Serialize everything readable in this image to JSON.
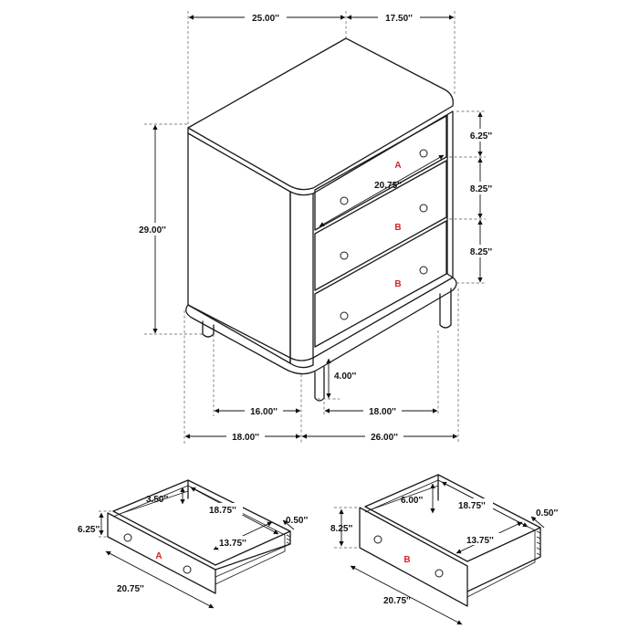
{
  "main": {
    "top_width": "25.00''",
    "top_depth": "17.50''",
    "top_drawer_h": "6.25''",
    "mid_drawer_h": "8.25''",
    "low_drawer_h": "8.25''",
    "overall_height": "29.00''",
    "inner_width": "20.75''",
    "leg_height": "4.00''",
    "leg_span_side": "16.00''",
    "leg_span_front": "18.00''",
    "base_depth": "18.00''",
    "base_width": "26.00''",
    "label_a": "A",
    "label_b": "B"
  },
  "drawer_a": {
    "interior_h": "3.50''",
    "depth": "18.75''",
    "front_h": "6.25''",
    "side_t": "0.50''",
    "interior_w": "13.75''",
    "front_w": "20.75''",
    "label": "A"
  },
  "drawer_b": {
    "interior_h": "6.00''",
    "depth": "18.75''",
    "front_h": "8.25''",
    "side_t": "0.50''",
    "interior_w": "13.75''",
    "front_w": "20.75''",
    "label": "B"
  },
  "colors": {
    "line": "#1a1a1a",
    "drawer_label": "#d8232a"
  }
}
